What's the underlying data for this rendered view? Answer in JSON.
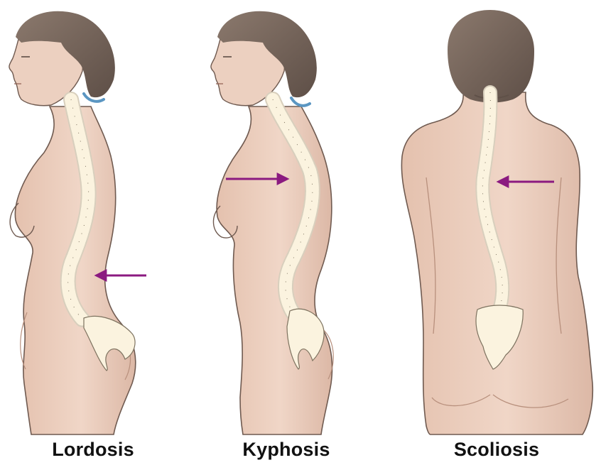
{
  "figures": [
    {
      "label": "Lordosis"
    },
    {
      "label": "Kyphosis"
    },
    {
      "label": "Scoliosis"
    }
  ],
  "colors": {
    "background": "#ffffff",
    "skin": "#eccfbf",
    "skin_shadow": "#d7b09e",
    "outline": "#6f5a50",
    "hair": "#7f6d62",
    "hair_dark": "#5f5048",
    "bone": "#fbf3df",
    "bone_outline": "#7d725f",
    "disc": "#9cb8cf",
    "hair_tie": "#5b96c2",
    "arrow": "#8b1a80",
    "caption": "#111111"
  },
  "icons": [
    "arrow-right-icon",
    "arrow-left-icon"
  ]
}
